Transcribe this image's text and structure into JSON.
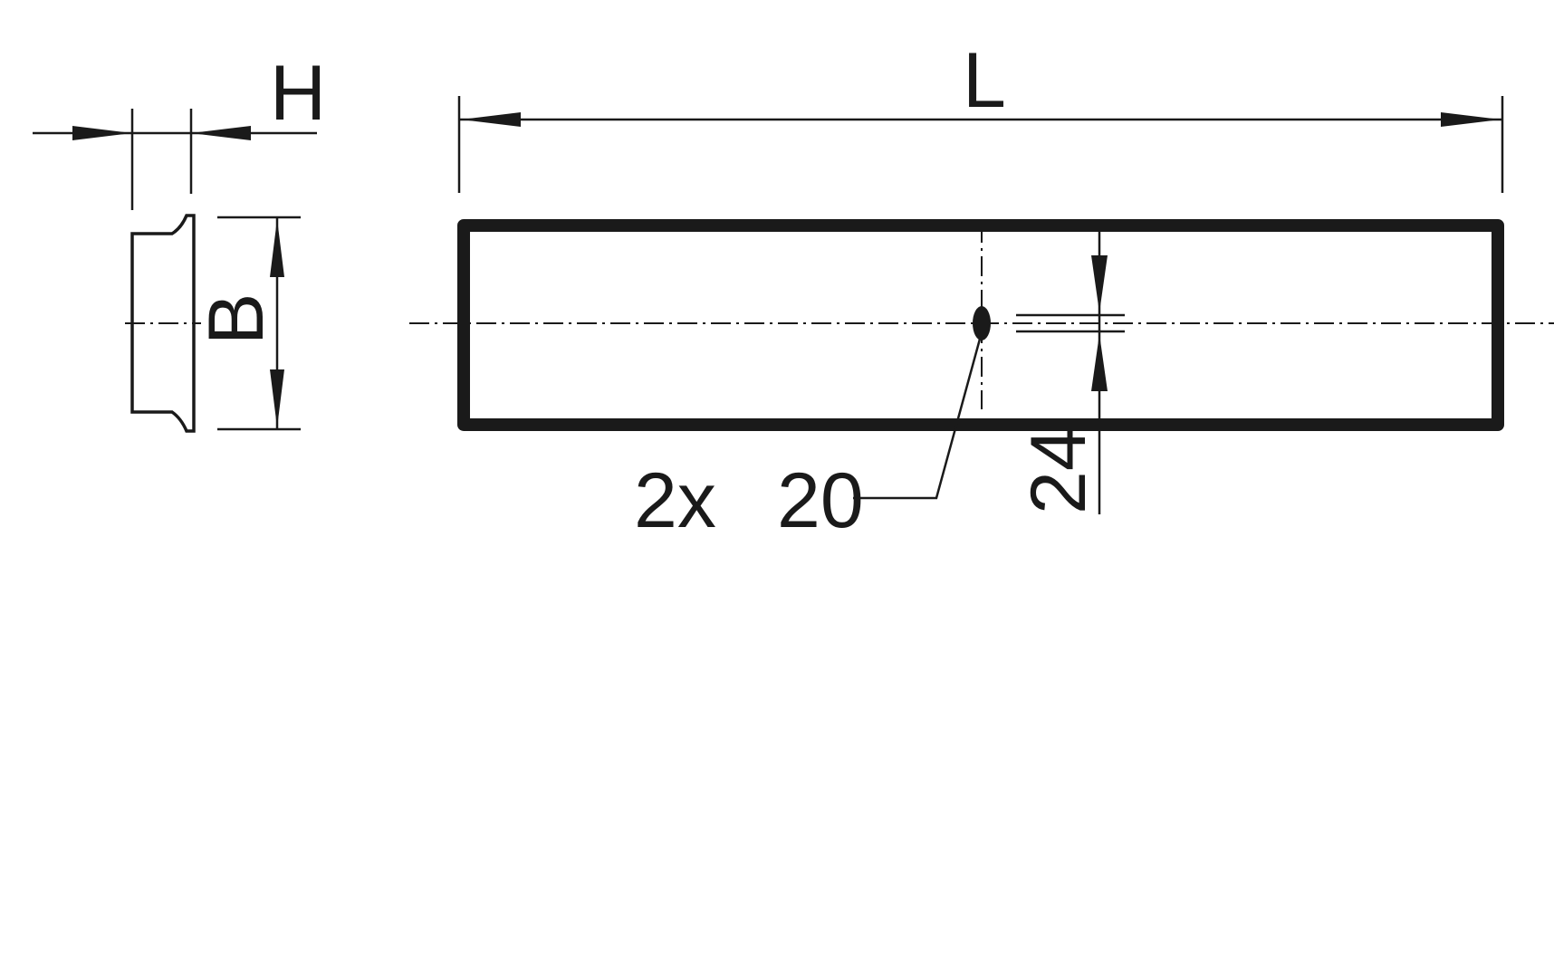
{
  "dimensions": {
    "length_label": "L",
    "width_label": "B",
    "height_label": "H",
    "quantity_label": "2x",
    "hole_diameter": "20",
    "hole_spacing": "24"
  },
  "colors": {
    "line": "#1a1a1a",
    "background": "#ffffff"
  }
}
